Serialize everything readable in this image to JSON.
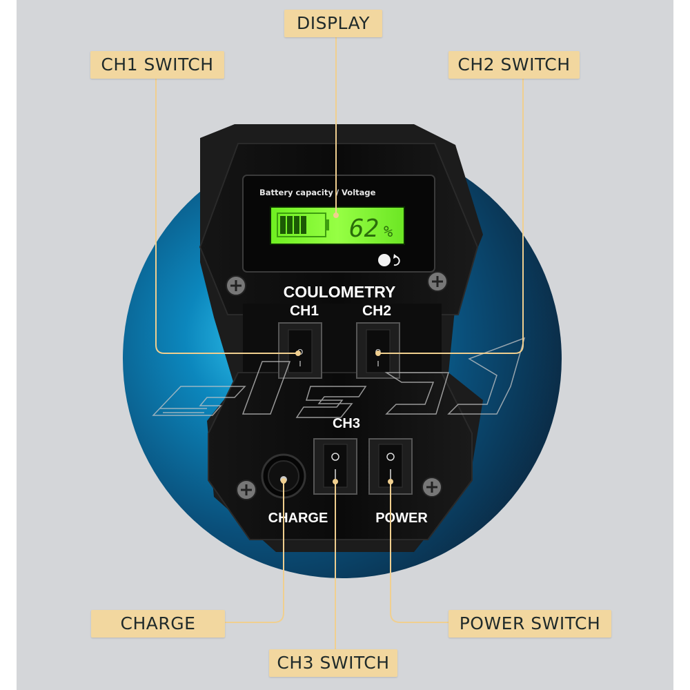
{
  "callouts": {
    "display": "DISPLAY",
    "ch1_switch": "CH1 SWITCH",
    "ch2_switch": "CH2 SWITCH",
    "charge": "CHARGE",
    "power_switch": "POWER SWITCH",
    "ch3_switch": "CH3 SWITCH"
  },
  "device": {
    "display_caption": "Battery capacity / Voltage",
    "display_reading": "62",
    "display_unit": "%",
    "panel_title": "COULOMETRY",
    "ch1_label": "CH1",
    "ch2_label": "CH2",
    "ch3_label": "CH3",
    "charge_label": "CHARGE",
    "power_label": "POWER",
    "switch_off_symbol": "O",
    "switch_on_symbol": "I"
  },
  "colors": {
    "background": "#d4d6d9",
    "callout_fill": "#f2d79f",
    "leader_line": "#f0cf8f",
    "lcd_green": "#7fff2a",
    "device_body": "#0b0b0b",
    "circle_glow": "#0c87bd"
  }
}
